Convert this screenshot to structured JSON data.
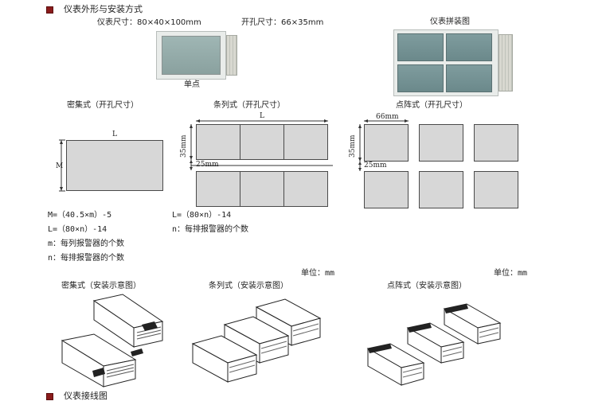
{
  "headings": {
    "section1": "仪表外形与安装方式",
    "section2": "仪表接线图"
  },
  "top": {
    "meter_size": "仪表尺寸：80×40×100mm",
    "cutout_size": "开孔尺寸：66×35mm",
    "assembly_title": "仪表拼装图",
    "single_label": "单点"
  },
  "cutout": {
    "dense_title": "密集式（开孔尺寸）",
    "row_title": "条列式（开孔尺寸）",
    "dot_title": "点阵式（开孔尺寸）",
    "L": "L",
    "M": "M",
    "dim_35": "35mm",
    "dim_25": "25mm",
    "dim_66": "66mm",
    "formula_m": "M=（40.5×m）-5",
    "formula_l1": "L=（80×n）-14",
    "note_m": "m：每列报警器的个数",
    "note_n1": "n：每排报警器的个数",
    "formula_l2": "L=（80×n）-14",
    "note_n2": "n：每排报警器的个数",
    "unit1": "单位：mm",
    "unit2": "单位：mm"
  },
  "install": {
    "dense_title": "密集式（安装示意图）",
    "row_title": "条列式（安装示意图）",
    "dot_title": "点阵式（安装示意图）"
  },
  "icons": [
    "bullet-icon"
  ]
}
